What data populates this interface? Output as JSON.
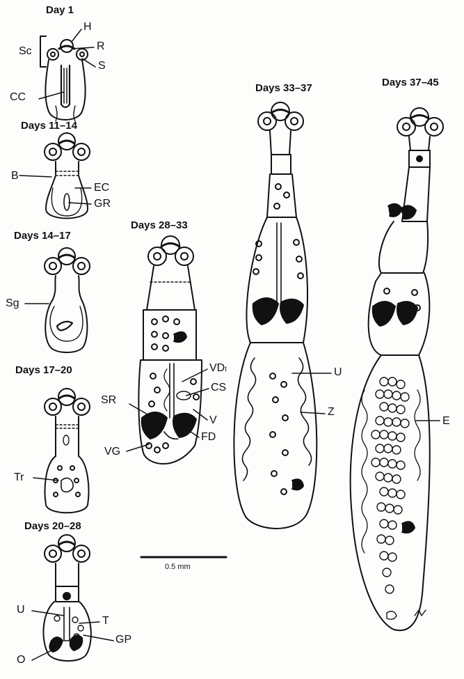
{
  "stages": [
    {
      "id": "day1",
      "label": "Day 1"
    },
    {
      "id": "days11",
      "label": "Days 11–14"
    },
    {
      "id": "days14",
      "label": "Days 14–17"
    },
    {
      "id": "days17",
      "label": "Days 17–20"
    },
    {
      "id": "days20",
      "label": "Days 20–28"
    },
    {
      "id": "days28",
      "label": "Days 28–33"
    },
    {
      "id": "days33",
      "label": "Days 33–37"
    },
    {
      "id": "days37",
      "label": "Days 37–45"
    }
  ],
  "labels": {
    "H": "H",
    "Sc": "Sc",
    "R": "R",
    "S": "S",
    "CC": "CC",
    "B": "B",
    "EC": "EC",
    "GR": "GR",
    "Sg": "Sg",
    "Tr": "Tr",
    "U": "U",
    "T": "T",
    "GP": "GP",
    "O": "O",
    "VD": "VD",
    "VD_sub": "t",
    "CS": "CS",
    "SR": "SR",
    "V": "V",
    "FD": "FD",
    "VG": "VG",
    "U2": "U",
    "Z": "Z",
    "E": "E"
  },
  "scale_bar": {
    "label": "0.5 mm"
  }
}
